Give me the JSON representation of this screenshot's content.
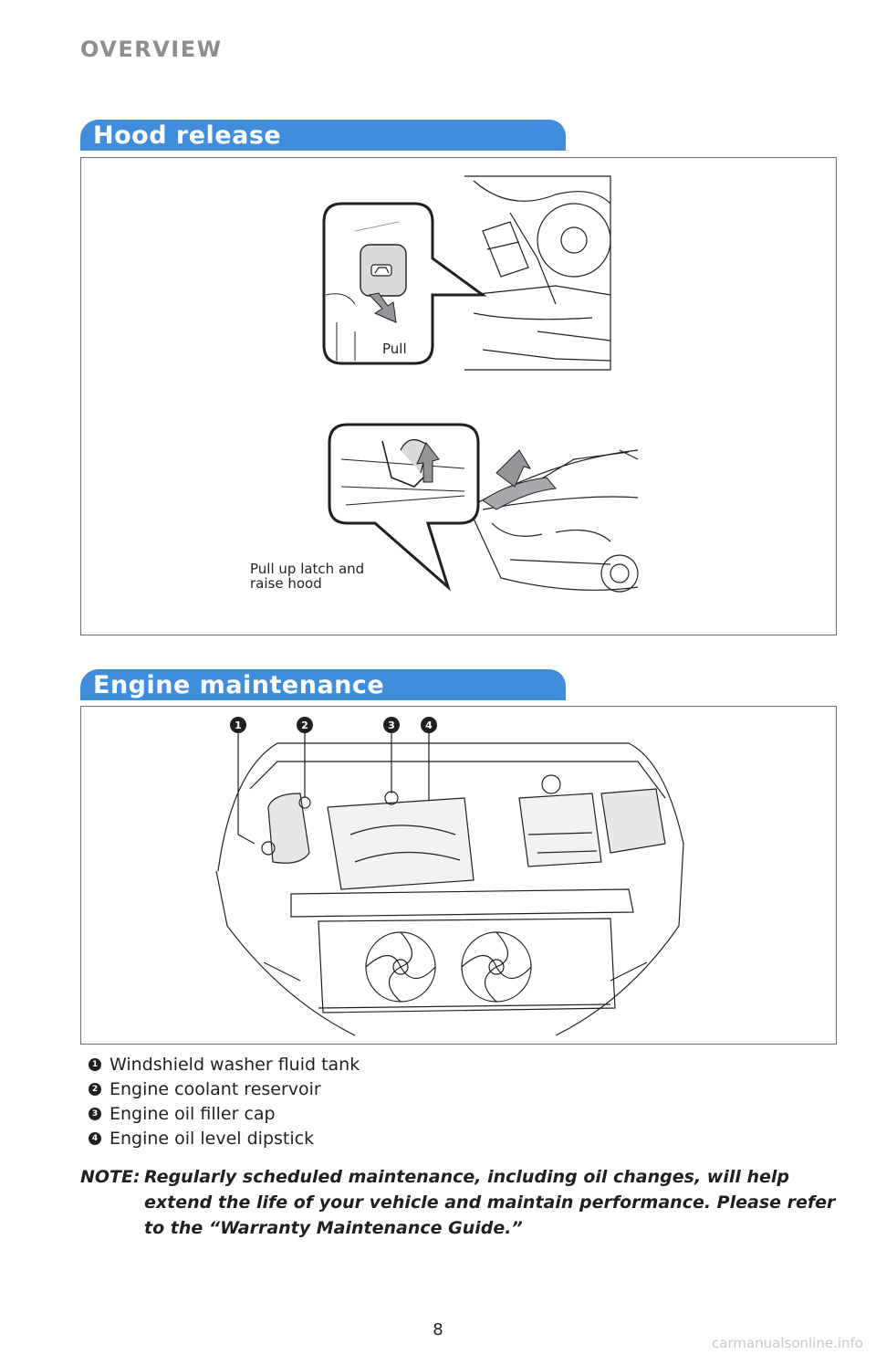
{
  "header": {
    "section": "OVERVIEW"
  },
  "hood_release": {
    "title": "Hood release",
    "labels": {
      "pull": "Pull",
      "latch_line1": "Pull up latch and",
      "latch_line2": "raise hood"
    }
  },
  "engine_maintenance": {
    "title": "Engine maintenance",
    "callouts": [
      "1",
      "2",
      "3",
      "4"
    ],
    "items": [
      {
        "num": "1",
        "label": "Windshield washer fluid tank"
      },
      {
        "num": "2",
        "label": "Engine coolant reservoir"
      },
      {
        "num": "3",
        "label": "Engine oil filler cap"
      },
      {
        "num": "4",
        "label": "Engine oil level dipstick"
      }
    ]
  },
  "note": {
    "label": "NOTE:",
    "text": "Regularly scheduled maintenance, including oil changes, will help extend the life of your vehicle and maintain performance. Please refer to the “Warranty Maintenance Guide.”"
  },
  "footer": {
    "page_number": "8",
    "watermark": "carmanualsonline.info"
  }
}
